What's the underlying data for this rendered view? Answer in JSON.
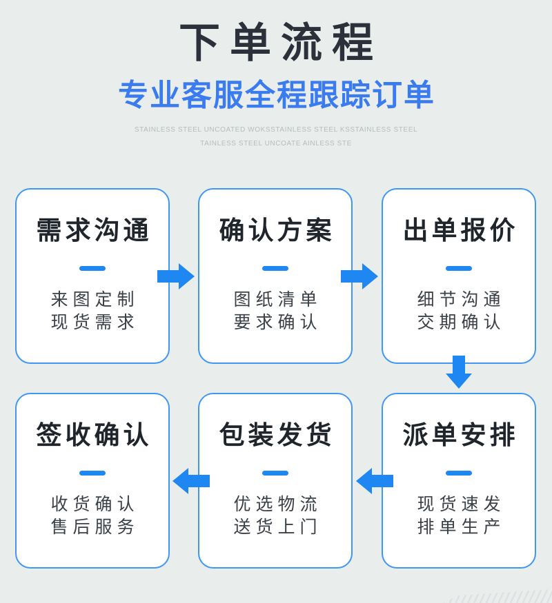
{
  "header": {
    "title": "下单流程",
    "subtitle": "专业客服全程跟踪订单",
    "watermark_line1": "STAINLESS STEEL UNCOATED WOKSSTAINLESS STEEL KSSTAINLESS STEEL",
    "watermark_line2": "TAINLESS STEEL UNCOATE AINLESS STE"
  },
  "steps": [
    {
      "order": 1,
      "title": "需求沟通",
      "line1": "来图定制",
      "line2": "现货需求"
    },
    {
      "order": 2,
      "title": "确认方案",
      "line1": "图纸清单",
      "line2": "要求确认"
    },
    {
      "order": 3,
      "title": "出单报价",
      "line1": "细节沟通",
      "line2": "交期确认"
    },
    {
      "order": 4,
      "title": "派单安排",
      "line1": "现货速发",
      "line2": "排单生产"
    },
    {
      "order": 5,
      "title": "包装发货",
      "line1": "优选物流",
      "line2": "送货上门"
    },
    {
      "order": 6,
      "title": "签收确认",
      "line1": "收货确认",
      "line2": "售后服务"
    }
  ],
  "flow": {
    "arrows": [
      "step1-to-step2-right",
      "step2-to-step3-right",
      "step3-to-step4-down",
      "step4-to-step5-left",
      "step5-to-step6-left"
    ]
  },
  "colors": {
    "background": "#e9edec",
    "title_text": "#2b303a",
    "subtitle_blue": "#3a7bef",
    "accent_blue": "#1e87f2",
    "box_border_blue": "#3e96f5",
    "box_background": "#ffffff",
    "box_title_text": "#20252c",
    "box_sub_text": "#3b4047",
    "watermark_gray": "#b6bcbd",
    "corner_stripe_gray": "#dde1e2"
  }
}
